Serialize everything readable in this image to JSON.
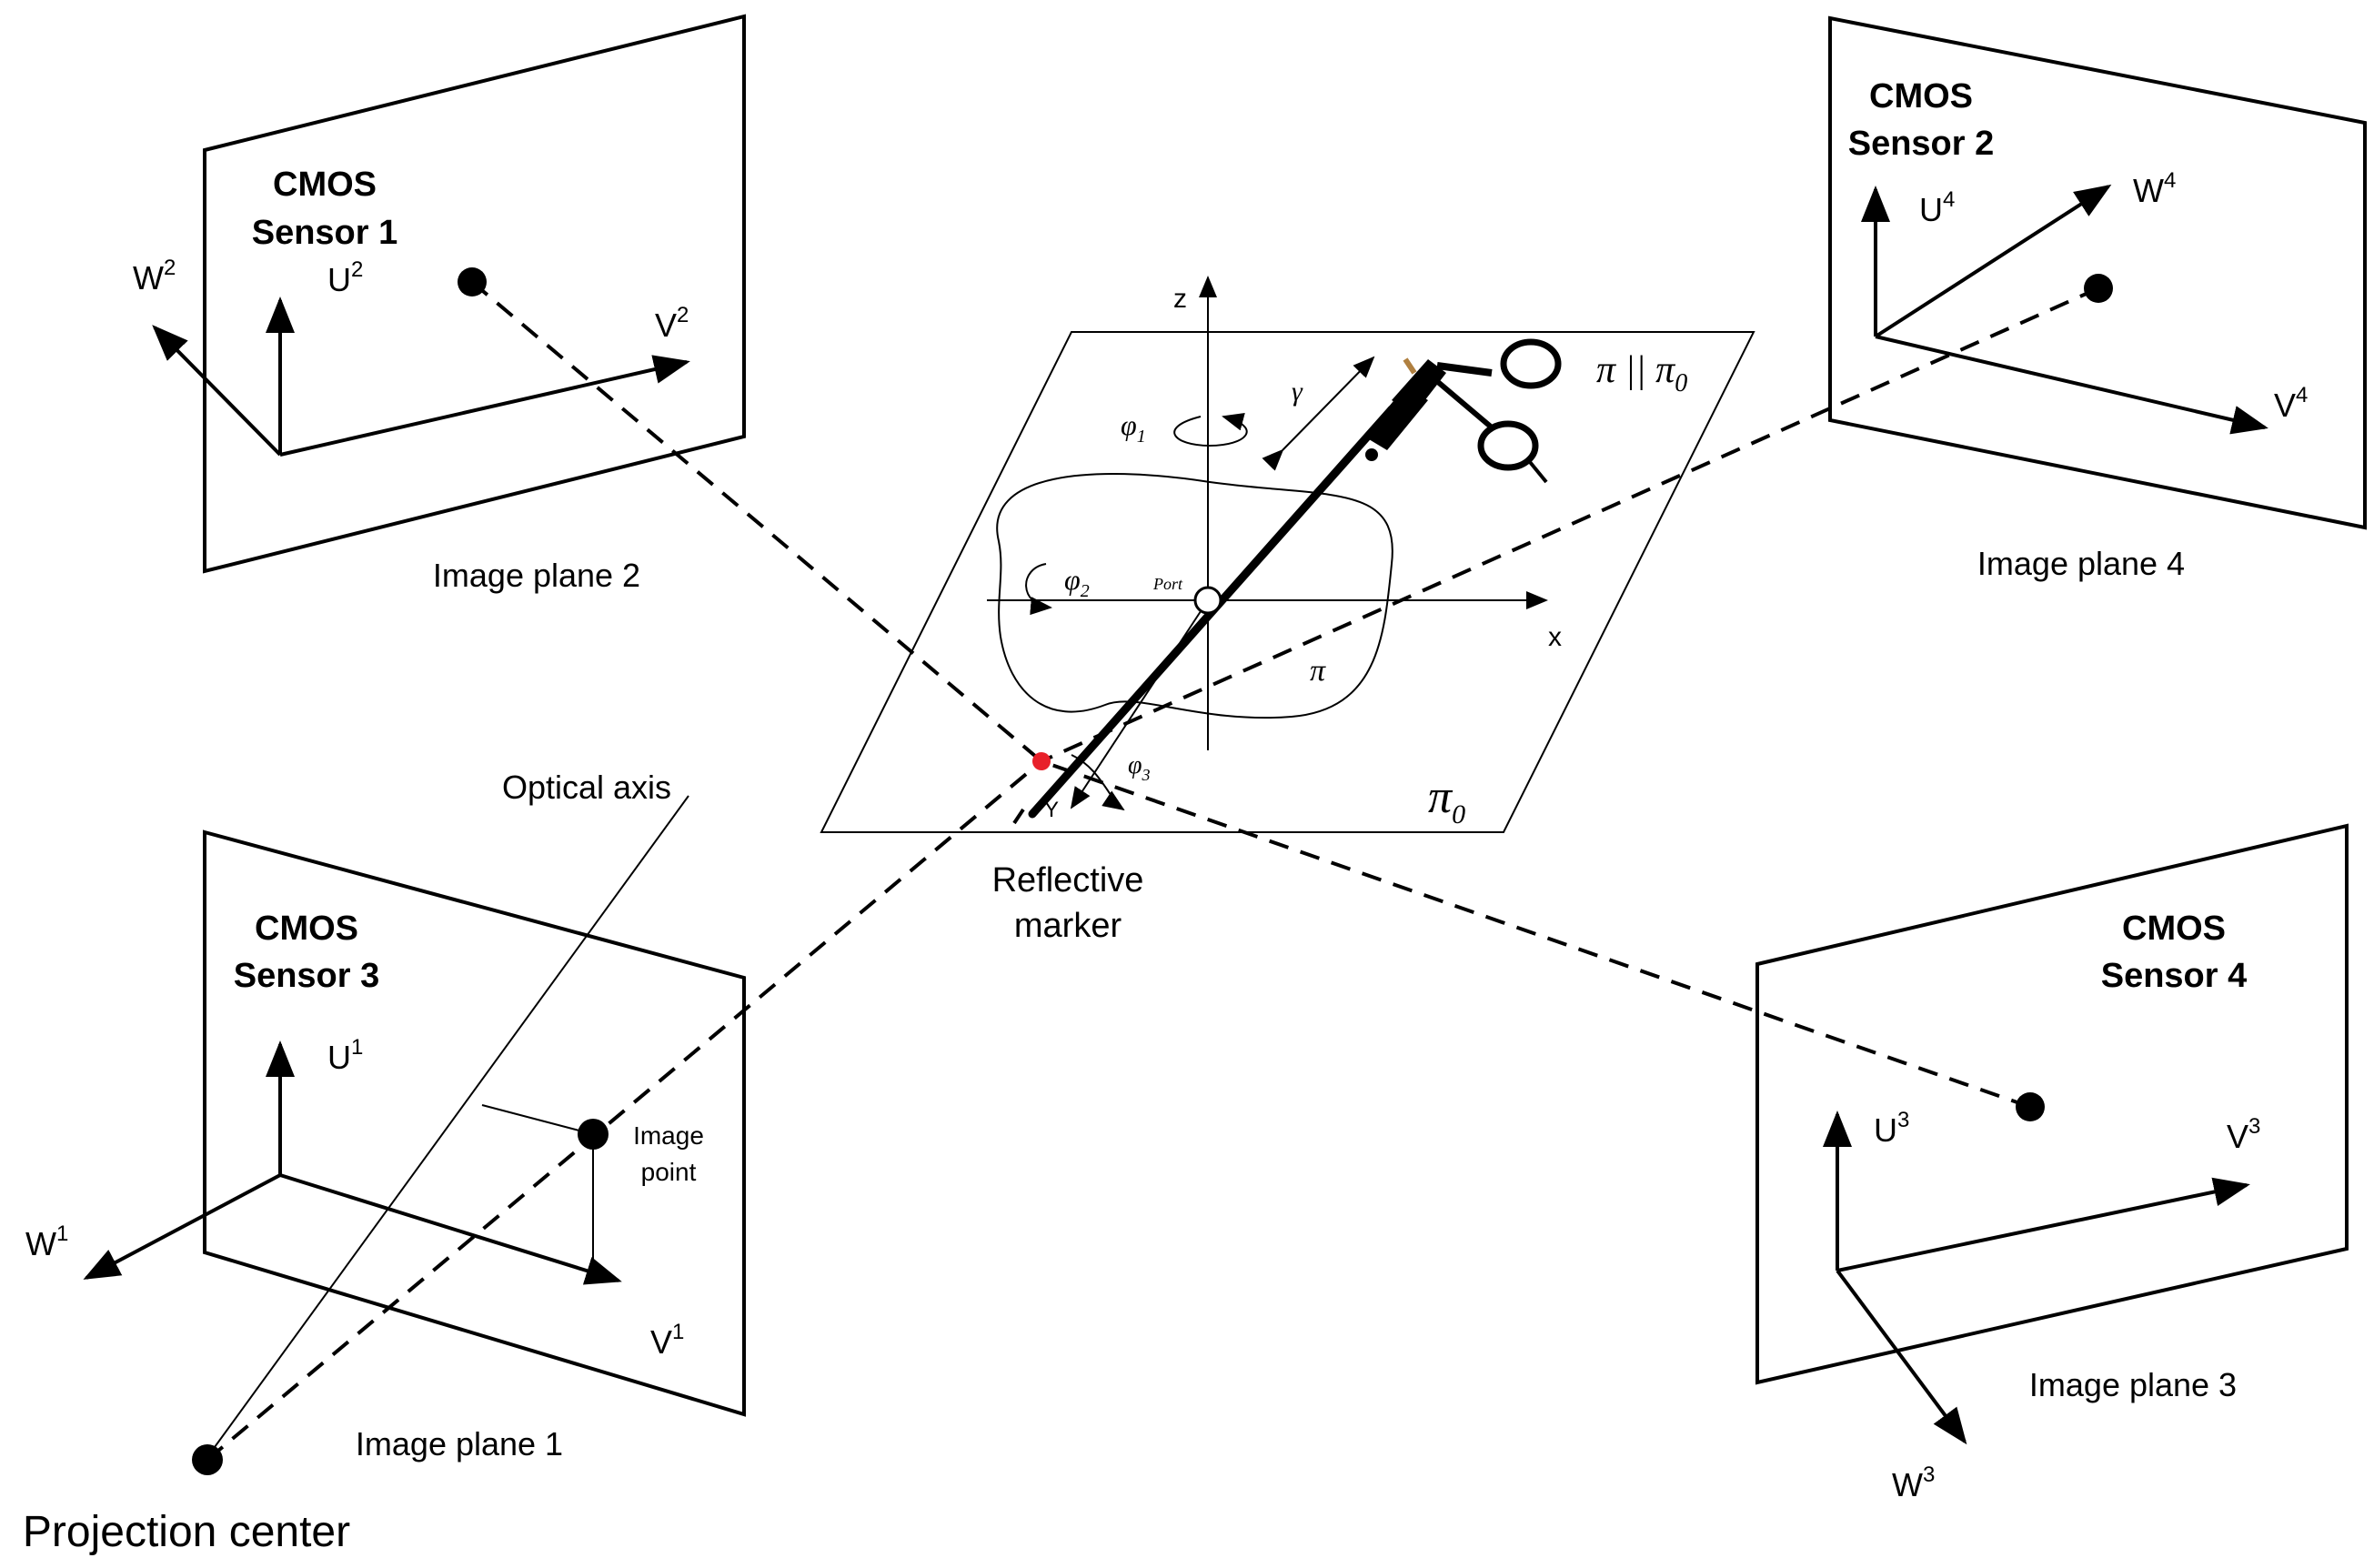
{
  "sensors": {
    "s1_line1": "CMOS",
    "s1_line2": "Sensor 1",
    "s2_line1": "CMOS",
    "s2_line2": "Sensor 2",
    "s3_line1": "CMOS",
    "s3_line2": "Sensor 3",
    "s4_line1": "CMOS",
    "s4_line2": "Sensor 4"
  },
  "planes": {
    "p1": "Image plane 1",
    "p2": "Image plane 2",
    "p3": "Image plane 3",
    "p4": "Image plane 4"
  },
  "axes": {
    "u": "U",
    "v": "V",
    "w": "W",
    "sup1": "1",
    "sup2": "2",
    "sup3": "3",
    "sup4": "4"
  },
  "labels": {
    "optical_axis": "Optical axis",
    "image_point_1": "Image",
    "image_point_2": "point",
    "projection_center": "Projection center",
    "reflective_1": "Reflective",
    "reflective_2": "marker"
  },
  "inset": {
    "z": "z",
    "x": "x",
    "y": "Y",
    "phi": "φ",
    "sub1": "1",
    "sub2": "2",
    "sub3": "3",
    "gamma": "γ",
    "port": "Port",
    "pi": "π",
    "pi_parallel": "π || π",
    "pi0_sub": "0"
  },
  "colors": {
    "marker": "#e8202a"
  }
}
